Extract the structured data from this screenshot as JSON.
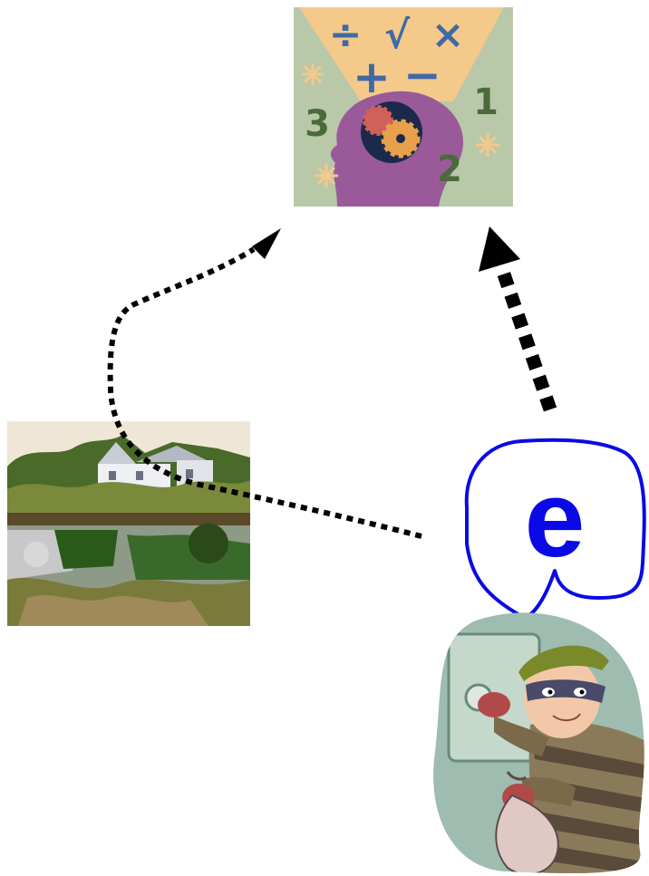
{
  "math_card": {
    "operators": [
      "÷",
      "√",
      "×",
      "+",
      "−"
    ],
    "digits": [
      "1",
      "2",
      "3"
    ],
    "colors": {
      "background": "#b9c8a8",
      "funnel": "#f5c98a",
      "head": "#9a5a9a",
      "operator": "#3f6aa6",
      "digit": "#4a6a3a"
    }
  },
  "email_symbol": {
    "letter": "e",
    "color": "#0a0ae6"
  },
  "arrow_color": "#000000"
}
